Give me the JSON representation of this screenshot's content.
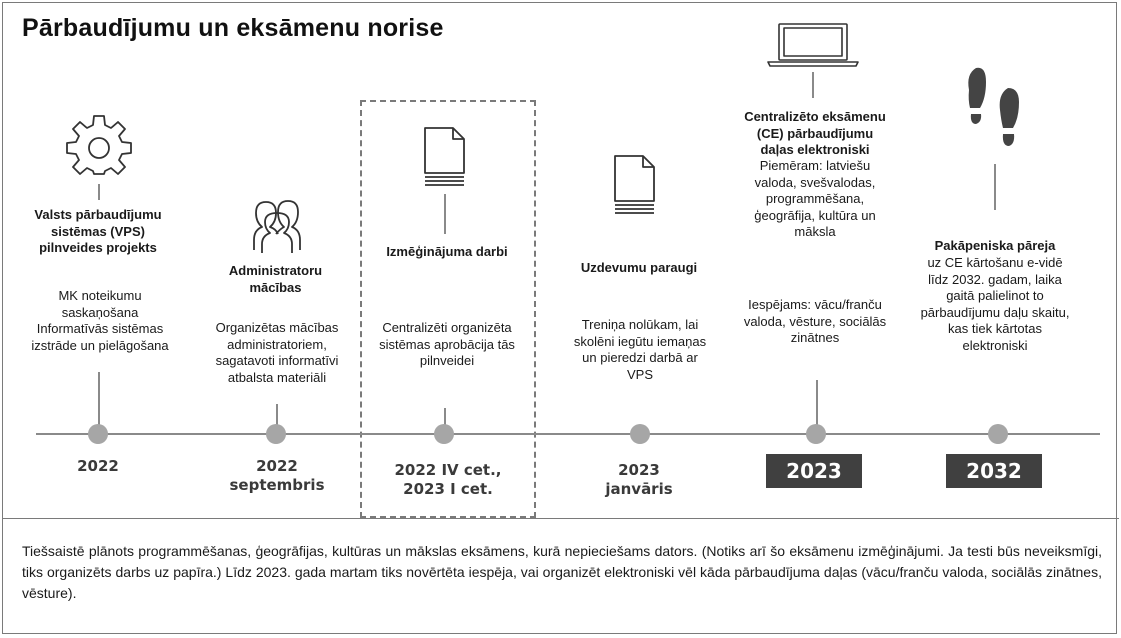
{
  "title": "Pārbaudījumu un eksāmenu norise",
  "icons": [
    "gear-icon",
    "people-icon",
    "document-icon",
    "document-icon",
    "laptop-icon",
    "footprints-icon"
  ],
  "milestones": [
    {
      "heading": "Valsts pārbaudījumu sistēmas (VPS) pilnveides projekts",
      "body": "MK noteikumu saskaņošana Informatīvās sistēmas izstrāde un pielāgošana",
      "date": "2022"
    },
    {
      "heading": "Administratoru mācības",
      "body": "Organizētas mācības administratoriem, sagatavoti informatīvi atbalsta materiāli",
      "date": "2022 septembris"
    },
    {
      "heading": "Izmēģinājuma darbi",
      "body": "Centralizēti organizēta sistēmas aprobācija tās pilnveidei",
      "date": "2022 IV cet., 2023 I cet."
    },
    {
      "heading": "Uzdevumu paraugi",
      "body": "Treniņa nolūkam, lai skolēni iegūtu iemaņas un pieredzi darbā ar VPS",
      "date": "2023 janvāris"
    },
    {
      "heading": "Centralizēto eksāmenu (CE) pārbaudījumu daļas elektroniski",
      "body": "Piemēram: latviešu valoda, svešvalodas, programmēšana, ģeogrāfija, kultūra un māksla",
      "body2": "Iespējams: vācu/franču valoda, vēsture, sociālās zinātnes",
      "date": "2023"
    },
    {
      "heading": "Pakāpeniska pāreja",
      "body": "uz CE kārtošanu e-vidē līdz 2032. gadam, laika gaitā palielinot to pārbaudījumu daļu skaitu, kas tiek kārtotas elektroniski",
      "date": "2032"
    }
  ],
  "footnote": "Tiešsaistē plānots programmēšanas, ģeogrāfijas, kultūras un mākslas eksāmens, kurā nepieciešams dators. (Notiks arī šo eksāmenu izmēģinājumi. Ja testi būs neveiksmīgi, tiks organizēts darbs uz papīra.) Līdz 2023. gada martam tiks novērtēta iespēja, vai organizēt elektroniski vēl kāda pārbaudījuma daļas (vācu/franču valoda, sociālās zinātnes, vēsture).",
  "colors": {
    "timeline": "#8a8a8a",
    "dot": "#a6a6a6",
    "date_box": "#404040"
  }
}
